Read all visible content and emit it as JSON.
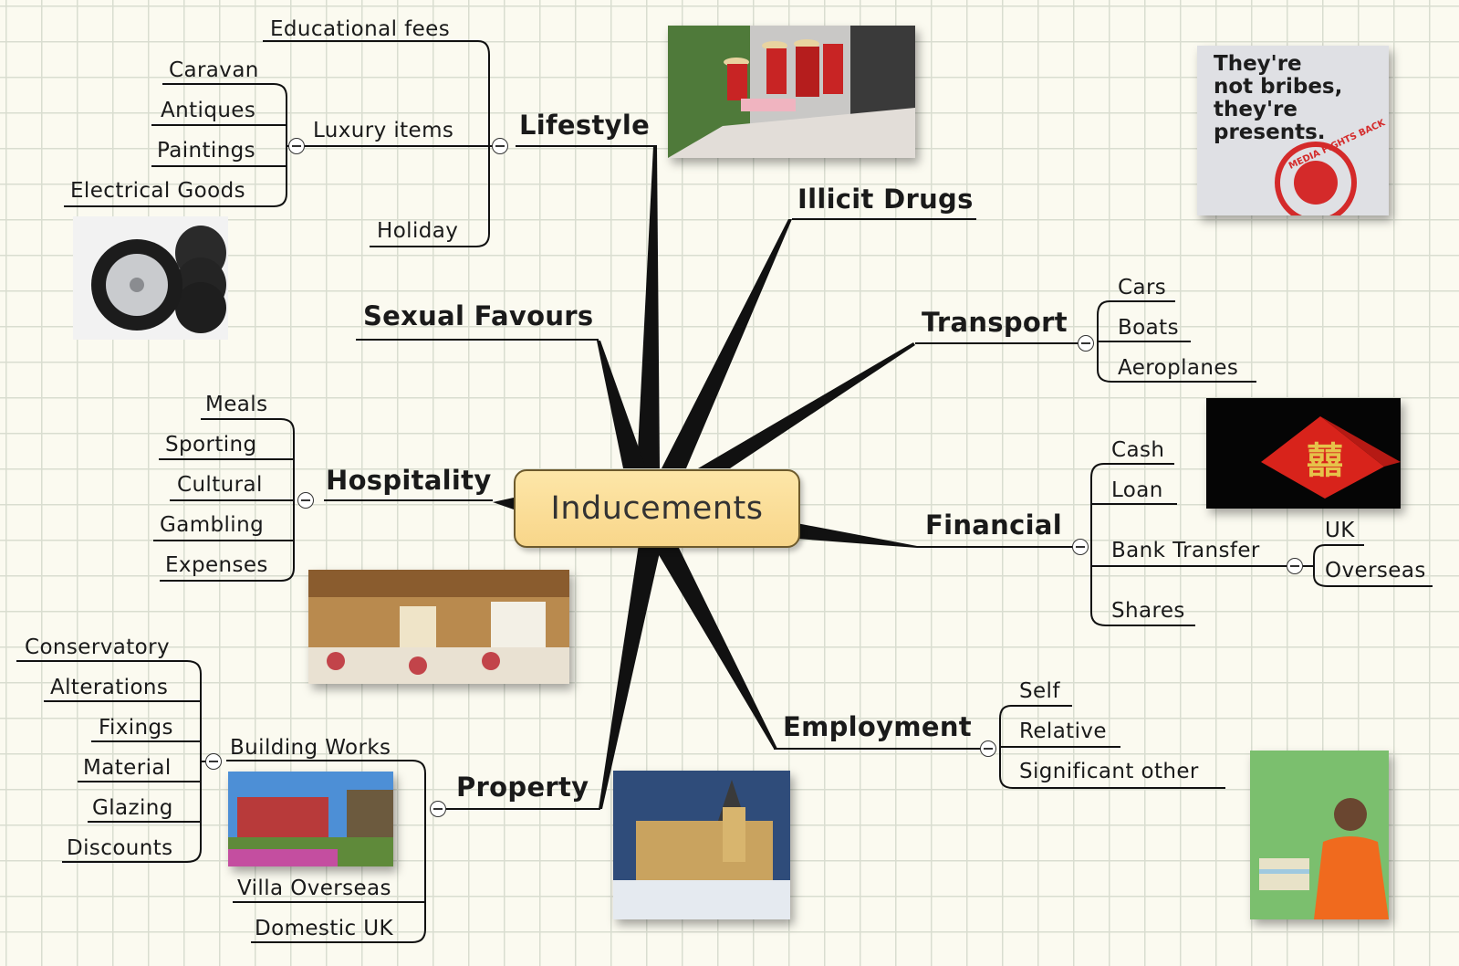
{
  "central": "Inducements",
  "branches": {
    "lifestyle": {
      "label": "Lifestyle",
      "educational_fees": "Educational fees",
      "luxury_items": "Luxury items",
      "luxury": [
        "Caravan",
        "Antiques",
        "Paintings",
        "Electrical Goods"
      ],
      "holiday": "Holiday"
    },
    "illicit_drugs": {
      "label": "Illicit Drugs"
    },
    "sexual_favours": {
      "label": "Sexual Favours"
    },
    "transport": {
      "label": "Transport",
      "items": [
        "Cars",
        "Boats",
        "Aeroplanes"
      ]
    },
    "hospitality": {
      "label": "Hospitality",
      "items": [
        "Meals",
        "Sporting",
        "Cultural",
        "Gambling",
        "Expenses"
      ]
    },
    "financial": {
      "label": "Financial",
      "cash": "Cash",
      "loan": "Loan",
      "bank_transfer": "Bank Transfer",
      "bank_items": [
        "UK",
        "Overseas"
      ],
      "shares": "Shares"
    },
    "employment": {
      "label": "Employment",
      "items": [
        "Self",
        "Relative",
        "Significant other"
      ]
    },
    "property": {
      "label": "Property",
      "building_works": "Building Works",
      "building_items": [
        "Conservatory",
        "Alterations",
        "Fixings",
        "Material",
        "Glazing",
        "Discounts"
      ],
      "villa_overseas": "Villa Overseas",
      "domestic_uk": "Domestic UK"
    }
  },
  "poster": {
    "line1": "They're",
    "line2": "not bribes,",
    "line3": "they're",
    "line4": "presents.",
    "stamp": "MEDIA FIGHTS BACK"
  },
  "colors": {
    "central_fill": "#f9d98f",
    "line": "#111111",
    "grid": "#d9ddd0",
    "background": "#fbfaf0"
  }
}
